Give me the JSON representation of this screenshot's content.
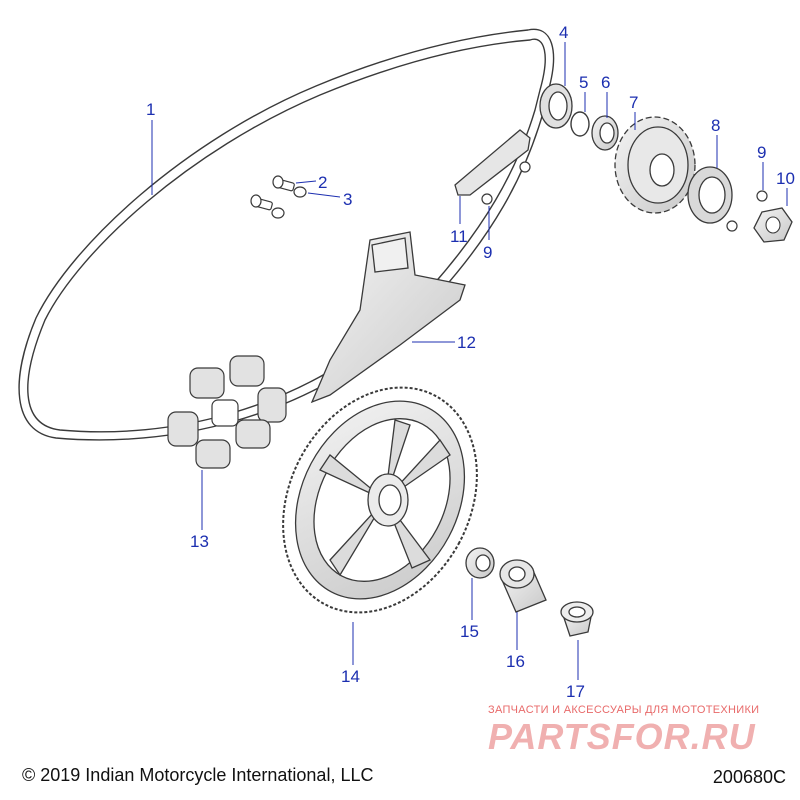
{
  "diagram": {
    "callouts": [
      "1",
      "2",
      "3",
      "4",
      "5",
      "6",
      "7",
      "8",
      "9",
      "10",
      "11",
      "9",
      "12",
      "13",
      "14",
      "15",
      "16",
      "17"
    ],
    "colors": {
      "callout": "#1c2fb0",
      "line": "#3a3a3a",
      "part_fill": "#ffffff",
      "part_shade": "#d6d6d6"
    }
  },
  "footer": {
    "copyright": "© 2019 Indian Motorcycle International, LLC",
    "drawing_id": "200680C"
  },
  "watermark": {
    "tagline": "ЗАПЧАСТИ И АКСЕССУАРЫ ДЛЯ МОТОТЕХНИКИ",
    "logo": "PARTSFOR.RU"
  }
}
